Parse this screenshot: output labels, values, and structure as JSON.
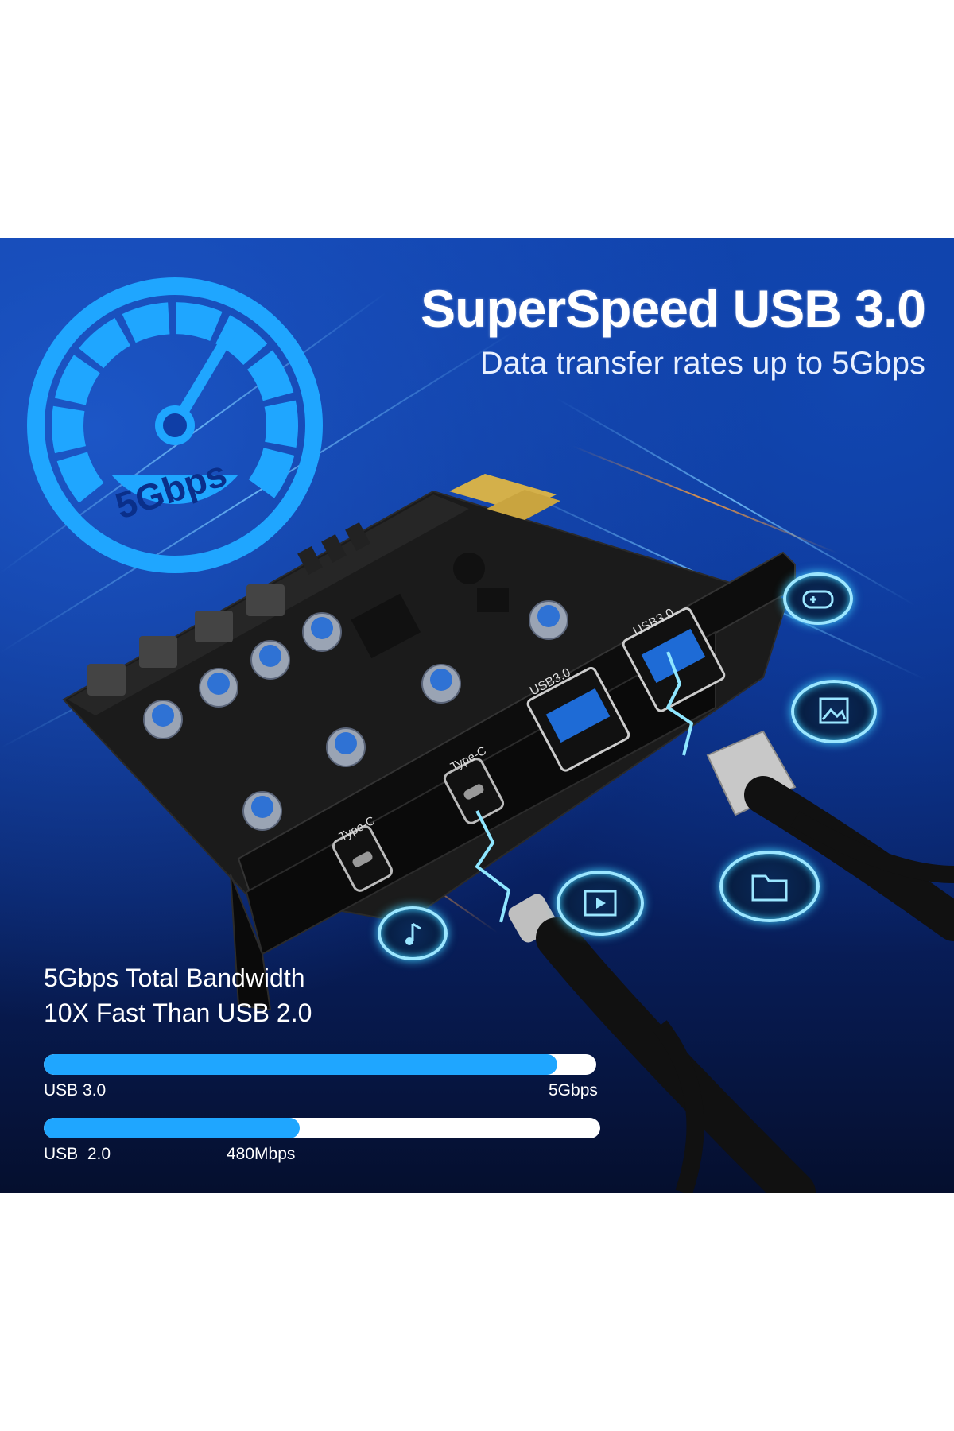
{
  "headline": "SuperSpeed USB 3.0",
  "subheadline": "Data transfer rates up to 5Gbps",
  "gauge_label": "5Gbps",
  "card_labels": {
    "usb3_port": "USB3.0",
    "typec_port": "Type-C"
  },
  "stats": {
    "line1": "5Gbps Total Bandwidth",
    "line2": "10X Fast Than USB 2.0"
  },
  "bars": [
    {
      "label": "USB 3.0",
      "value_label": "5Gbps",
      "fill": 0.93
    },
    {
      "label": "USB  2.0",
      "value_label": "480Mbps",
      "fill": 0.46
    }
  ],
  "icons": [
    "gamepad-icon",
    "image-icon",
    "video-icon",
    "folder-icon",
    "music-icon"
  ],
  "colors": {
    "accent": "#1fa6ff",
    "glow": "#3fd0ff",
    "background_top": "#0f3ea6",
    "background_bottom": "#050f2e"
  }
}
